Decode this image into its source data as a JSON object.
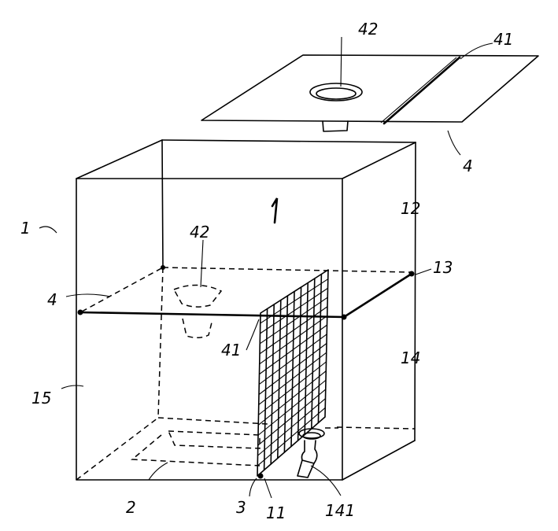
{
  "labels": {
    "lid": "4",
    "lid_hole": "42",
    "lid_slot": "41",
    "box": "1",
    "main_body_inner": "1",
    "upper_wall": "12",
    "rim": "13",
    "inner_lid": "4",
    "inner_cup": "42",
    "screen": "41",
    "lower_right_wall": "14",
    "front_wall": "15",
    "bottom_tray": "2",
    "screen_base": "3",
    "corner_post": "11",
    "faucet": "141"
  }
}
